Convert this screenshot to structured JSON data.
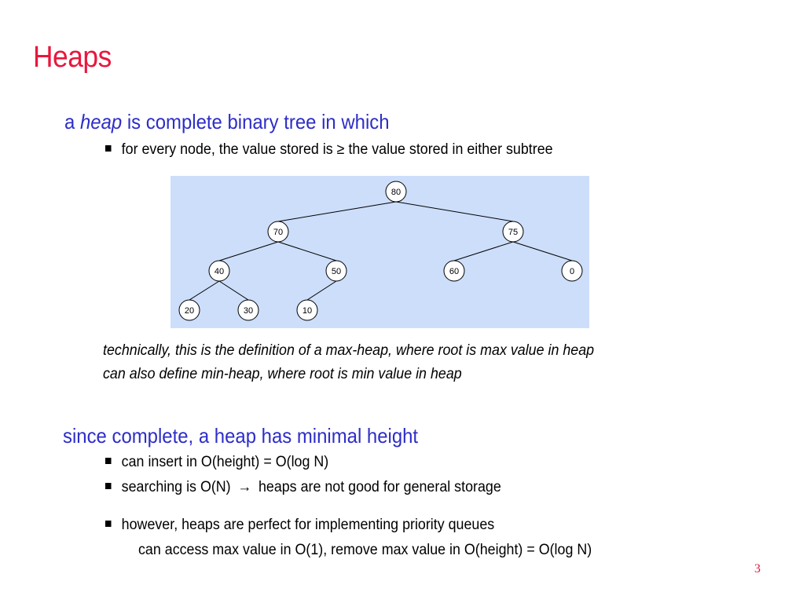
{
  "slide": {
    "title": "Heaps",
    "page_number": "3"
  },
  "definition": {
    "prefix": "a",
    "em_word": "heap",
    "suffix": "is complete binary tree in which",
    "bullet": "for every node, the value stored is ≥ the value stored in either subtree"
  },
  "tree": {
    "nodes": [
      {
        "id": "n80",
        "label": "80"
      },
      {
        "id": "n70",
        "label": "70"
      },
      {
        "id": "n75",
        "label": "75"
      },
      {
        "id": "n40",
        "label": "40"
      },
      {
        "id": "n50",
        "label": "50"
      },
      {
        "id": "n60",
        "label": "60"
      },
      {
        "id": "n0",
        "label": "0"
      },
      {
        "id": "n20",
        "label": "20"
      },
      {
        "id": "n30",
        "label": "30"
      },
      {
        "id": "n10",
        "label": "10"
      }
    ],
    "edges": [
      [
        "n80",
        "n70"
      ],
      [
        "n80",
        "n75"
      ],
      [
        "n70",
        "n40"
      ],
      [
        "n70",
        "n50"
      ],
      [
        "n75",
        "n60"
      ],
      [
        "n75",
        "n0"
      ],
      [
        "n40",
        "n20"
      ],
      [
        "n40",
        "n30"
      ],
      [
        "n50",
        "n10"
      ]
    ]
  },
  "notes": {
    "line1": "technically, this is the definition of a max-heap, where root is max value in heap",
    "line2": "can also define min-heap, where root is min value in heap"
  },
  "properties": {
    "heading": "since complete, a heap has minimal height",
    "bullet1": "can insert in O(height) = O(log N)",
    "bullet2_a": "searching is O(N)",
    "bullet2_arrow": "→",
    "bullet2_b": "heaps are not good for general storage",
    "bullet3": "however,  heaps are perfect for implementing priority queues",
    "bullet3_sub": "can access max value in O(1), remove max value in O(height) = O(log N)"
  },
  "colors": {
    "title": "#e8173c",
    "heading": "#2d2dc8",
    "tree_bg": "#ccdefa"
  }
}
